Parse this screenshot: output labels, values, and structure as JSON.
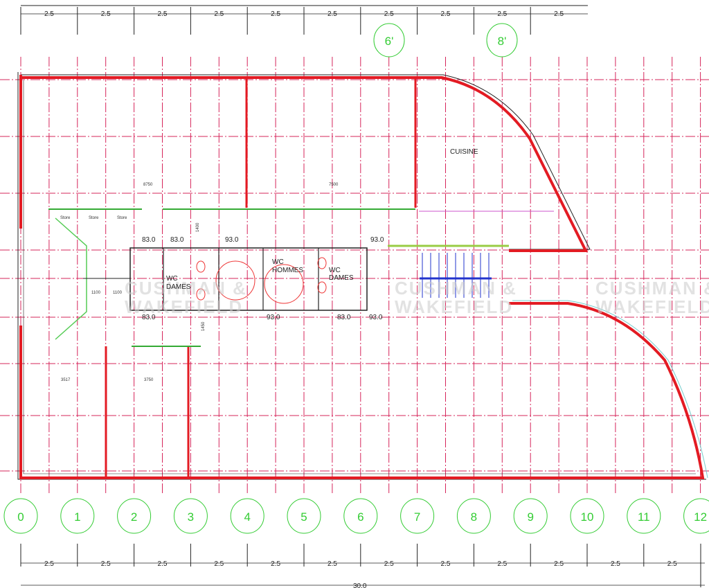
{
  "colors": {
    "wall": "#e31b23",
    "grid": "#d6245a",
    "axis_bubble": "#33cc33",
    "stair": "#2233cc",
    "partition": "#33aa33",
    "dimension": "#222222"
  },
  "top_dimensions": [
    "2.5",
    "2.5",
    "2.5",
    "2.5",
    "2.5",
    "2.5",
    "2.5",
    "2.5",
    "2.5",
    "2.5"
  ],
  "top_axes": [
    "6'",
    "8'"
  ],
  "bottom_axes": [
    "0",
    "1",
    "2",
    "3",
    "4",
    "5",
    "6",
    "7",
    "8",
    "9",
    "10",
    "11",
    "12"
  ],
  "bottom_dimensions": [
    "2.5",
    "2.5",
    "2.5",
    "2.5",
    "2.5",
    "2.5",
    "2.5",
    "2.5",
    "2.5",
    "2.5",
    "2.5",
    "2.5"
  ],
  "overall_dimension": "30.0",
  "rooms": {
    "kitchen": "CUISINE",
    "wc_women_1_a": "WC",
    "wc_women_1_b": "DAMES",
    "wc_men_a": "WC",
    "wc_men_b": "HOMMES",
    "wc_women_2_a": "WC",
    "wc_women_2_b": "DAMES"
  },
  "door_dims": {
    "d1": "83.0",
    "d2": "83.0",
    "d3": "93.0",
    "d4": "93.0",
    "d5": "83.0",
    "d6": "93.0",
    "d7": "83.0",
    "d8": "93.0"
  },
  "run_dims": {
    "r1": "8750",
    "r2": "7500",
    "r3": "3517",
    "r4": "3750",
    "r5": "1450",
    "r6": "1400",
    "r7": "1100",
    "r8": "1100"
  },
  "store_labels": [
    "Store",
    "Store",
    "Store"
  ],
  "watermark": {
    "line1": "CUSHMAN &",
    "line2": "WAKEFIELD"
  }
}
